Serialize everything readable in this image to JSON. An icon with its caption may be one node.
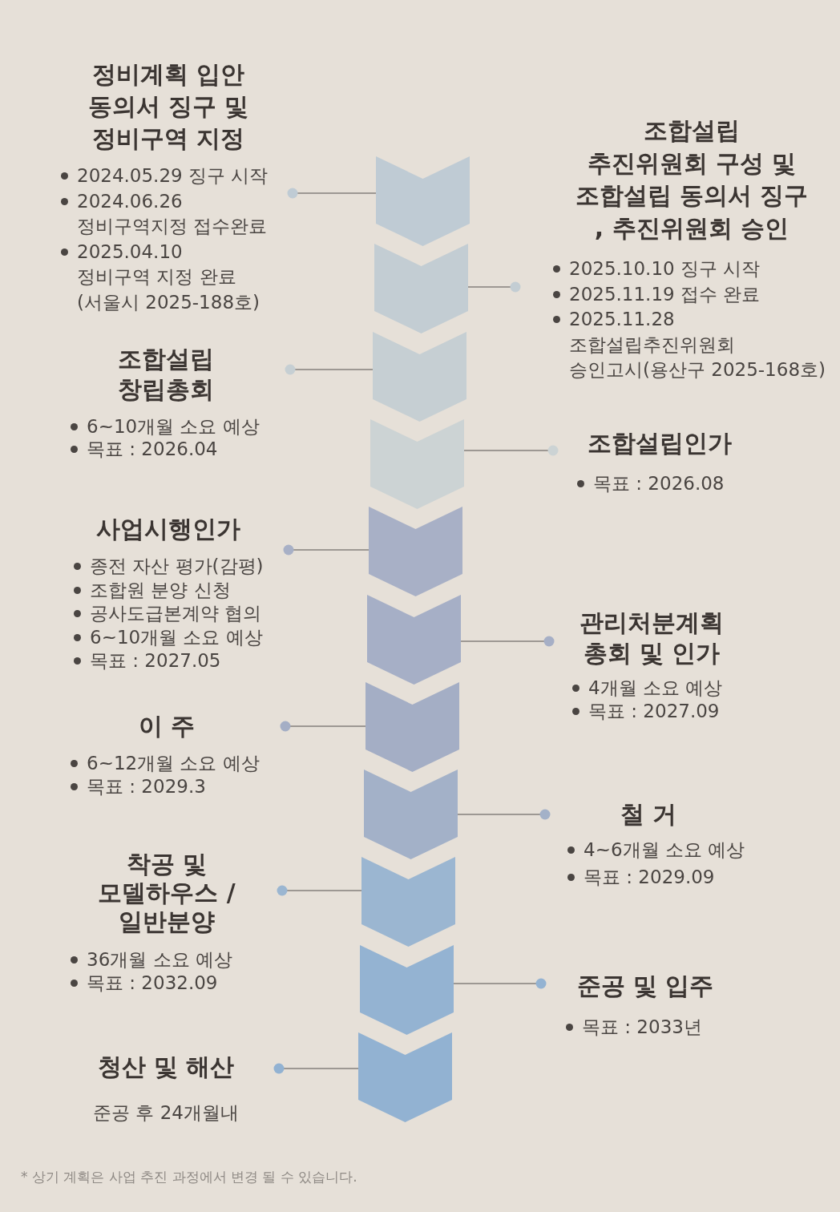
{
  "diagram": {
    "nodes": [
      {
        "text": [
          "정비계획 입안 동의서 징구 및 정비구역 지정",
          "2024.05.29 징구 시작",
          "2024.06.26 정비구역지정 접수완료",
          "2025.04.10 정비구역 지정 완료 (서울시 2025-188호)"
        ]
      },
      {
        "text": [],
        "shape": "chevron"
      },
      {
        "text": [
          "조합설립 추진위원회 구성 및 조합설립 동의서 징구 , 추진위원회 승인",
          "2025.10.10 징구 시작",
          "2025.11.19 접수 완료",
          "2025.11.28 조합설립추진위원회 승인고시(용산구 2025-168호)"
        ]
      },
      {
        "text": [],
        "shape": "chevron"
      },
      {
        "text": [
          "조합설립 창립총회",
          "6~10개월 소요 예상",
          "목표 : 2026.04"
        ]
      },
      {
        "text": [],
        "shape": "chevron"
      },
      {
        "text": [
          "조합설립인가",
          "목표 : 2026.08"
        ]
      },
      {
        "text": [],
        "shape": "chevron"
      },
      {
        "text": [
          "사업시행인가",
          "종전 자산 평가(감평)",
          "조합원 분양 신청",
          "공사도급본계약 협의",
          "6~10개월 소요 예상",
          "목표 : 2027.05"
        ]
      },
      {
        "text": [],
        "shape": "chevron"
      },
      {
        "text": [
          "관리처분계획 총회 및 인가",
          "4개월 소요 예상",
          "목표 : 2027.09"
        ]
      },
      {
        "text": [],
        "shape": "chevron"
      },
      {
        "text": [
          "이 주",
          "6~12개월 소요 예상",
          "목표 : 2029.3"
        ]
      },
      {
        "text": [],
        "shape": "chevron"
      },
      {
        "text": [
          "철 거",
          "4~6개월 소요 예상",
          "목표 : 2029.09"
        ]
      },
      {
        "text": [],
        "shape": "chevron"
      },
      {
        "text": [
          "착공 및 모델하우스 / 일반분양",
          "36개월 소요 예상",
          "목표 : 2032.09"
        ]
      },
      {
        "text": [],
        "shape": "chevron"
      },
      {
        "text": [
          "준공 및 입주",
          "목표 : 2033년"
        ]
      },
      {
        "text": [],
        "shape": "chevron"
      },
      {
        "text": [
          "청산 및 해산",
          "준공 후 24개월내"
        ]
      },
      {
        "text": [],
        "shape": "chevron"
      }
    ],
    "edges": [
      {
        "from": 1,
        "to": 0,
        "arrow": "other"
      },
      {
        "from": 3,
        "to": 2,
        "arrow": "other"
      },
      {
        "from": 5,
        "to": 4,
        "arrow": "other"
      },
      {
        "from": 7,
        "to": 6,
        "arrow": "other"
      },
      {
        "from": 9,
        "to": 8,
        "arrow": "other"
      },
      {
        "from": 11,
        "to": 10,
        "arrow": "other"
      },
      {
        "from": 13,
        "to": 12,
        "arrow": "other"
      },
      {
        "from": 15,
        "to": 14,
        "arrow": "other"
      },
      {
        "from": 17,
        "to": 16,
        "arrow": "other"
      },
      {
        "from": 19,
        "to": 18,
        "arrow": "other"
      },
      {
        "from": 21,
        "to": 20,
        "arrow": "other"
      }
    ],
    "labels": [
      "* 상기 계획은 사업 추진 과정에서 변경 될 수 있습니다."
    ]
  }
}
